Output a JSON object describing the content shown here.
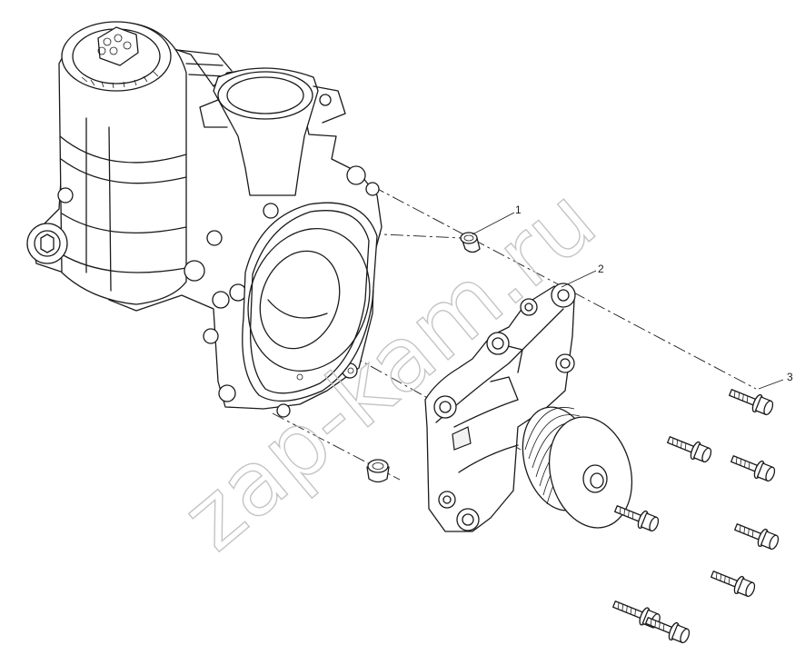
{
  "diagram": {
    "callouts": [
      {
        "id": "1",
        "label": "1"
      },
      {
        "id": "2",
        "label": "2"
      },
      {
        "id": "3",
        "label": "3"
      }
    ],
    "watermark": "zap-kam.ru"
  }
}
